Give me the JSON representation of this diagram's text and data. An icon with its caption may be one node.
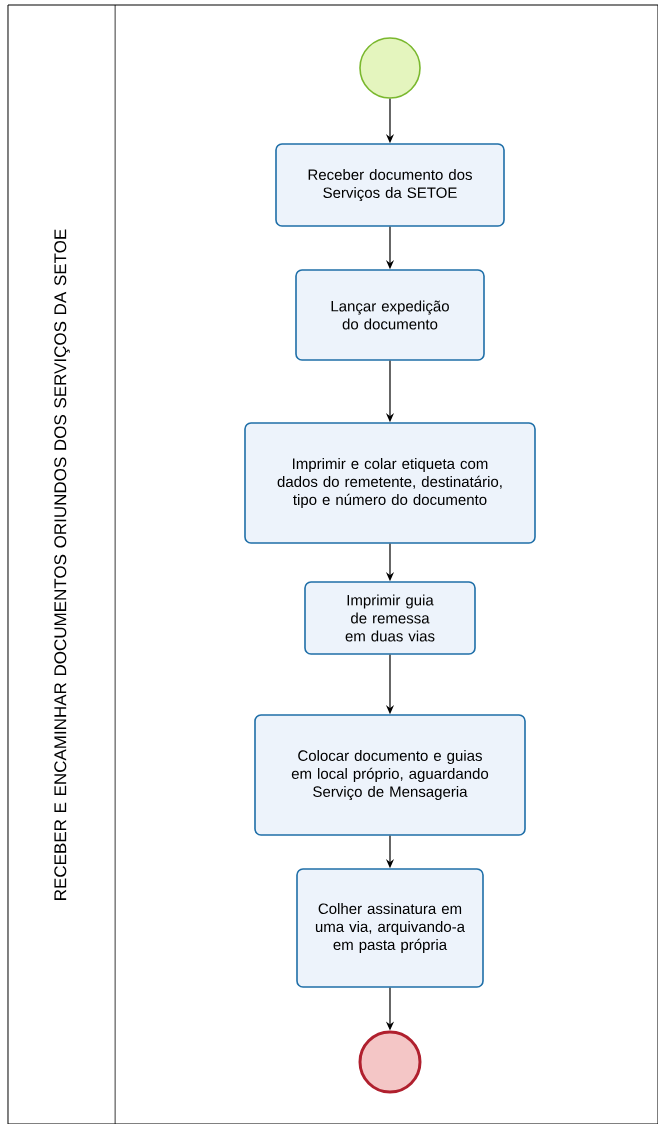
{
  "diagram": {
    "nodes": [
      {
        "text": [
          "RECEBER E ENCAMINHAR DOCUMENTOS ORIUNDOS DOS SERVIÇOS DA SETOE"
        ]
      },
      {
        "text": [],
        "shape": "circle",
        "in": 0
      },
      {
        "text": [
          "Receber documento dos Serviços da SETOE"
        ],
        "in": 0
      },
      {
        "text": [
          "Lançar expedição do documento"
        ],
        "in": 0
      },
      {
        "text": [
          "Imprimir e colar etiqueta com dados do remetente, destinatário, tipo e número do documento"
        ],
        "in": 0
      },
      {
        "text": [
          "Imprimir guia de remessa em duas vias"
        ],
        "in": 0
      },
      {
        "text": [
          "Colocar documento e guias em local próprio, aguardando Serviço de Mensageria"
        ],
        "in": 0
      },
      {
        "text": [
          "Colher assinatura em uma via, arquivando-a em pasta própria"
        ],
        "in": 0
      },
      {
        "text": [],
        "shape": "circle",
        "in": 0
      }
    ],
    "edges": [
      {
        "from": 1,
        "to": 2,
        "arrow": "to"
      },
      {
        "from": 2,
        "to": 3,
        "arrow": "to"
      },
      {
        "from": 3,
        "to": 4,
        "arrow": "to"
      },
      {
        "from": 4,
        "to": 5,
        "arrow": "to"
      },
      {
        "from": 5,
        "to": 6,
        "arrow": "to"
      },
      {
        "from": 6,
        "to": 7,
        "arrow": "to"
      },
      {
        "from": 7,
        "to": 8,
        "arrow": "to"
      }
    ]
  }
}
